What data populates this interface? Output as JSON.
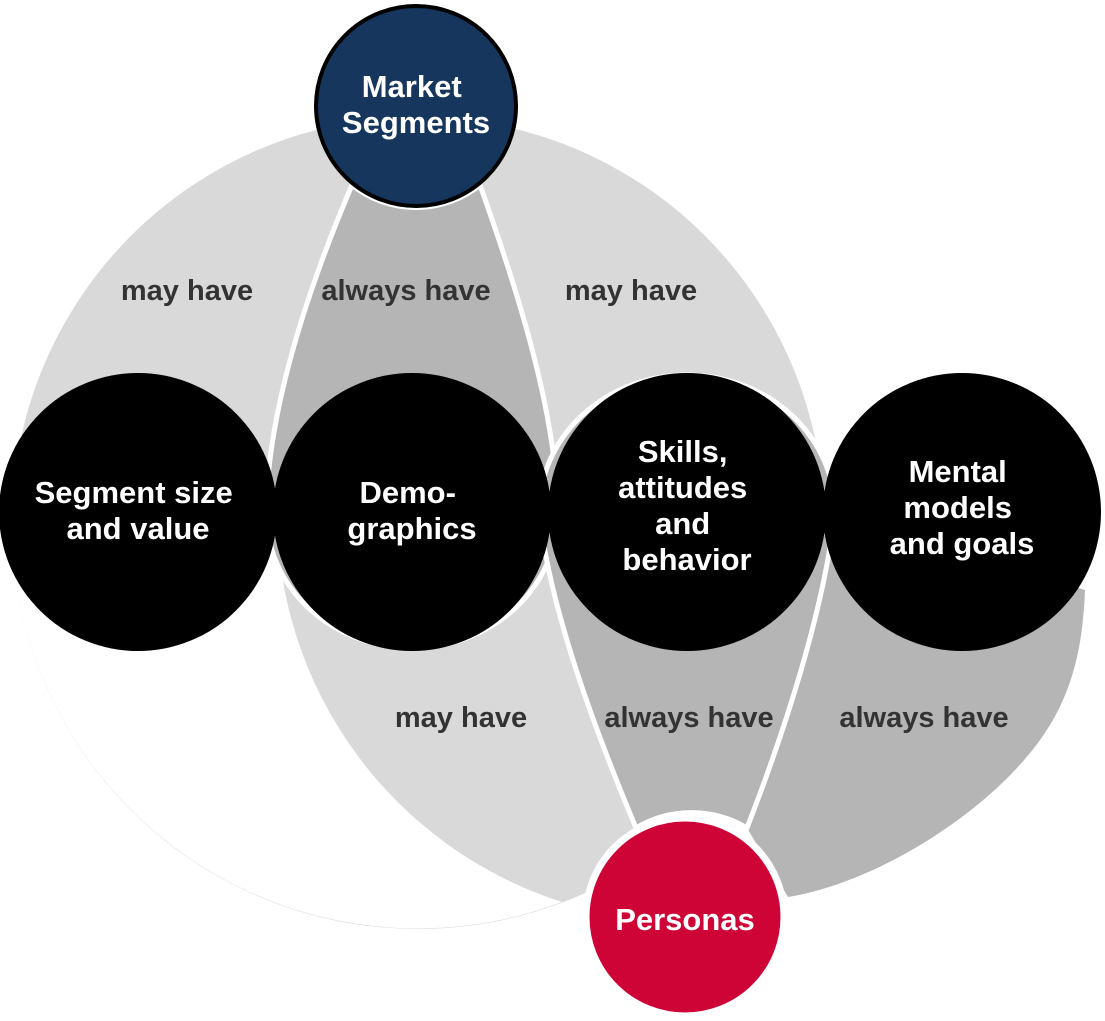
{
  "colors": {
    "market_blue": "#16365d",
    "persona_red": "#ce0336",
    "light_gray": "#d9d9d9",
    "medium_gray": "#b5b5b5",
    "circle_black": "#000000",
    "label_dark": "#333333"
  },
  "market_segments": {
    "lines": [
      "Market",
      "Segments"
    ]
  },
  "personas": {
    "label": "Personas"
  },
  "attributes": [
    {
      "lines": [
        "Segment size",
        "and value"
      ]
    },
    {
      "lines": [
        "Demo-",
        "graphics"
      ]
    },
    {
      "lines": [
        "Skills,",
        "attitudes",
        "and",
        "behavior"
      ]
    },
    {
      "lines": [
        "Mental",
        "models",
        "and goals"
      ]
    }
  ],
  "relations": {
    "top": [
      "may have",
      "always have",
      "may have"
    ],
    "bottom": [
      "may have",
      "always have",
      "always have"
    ]
  }
}
